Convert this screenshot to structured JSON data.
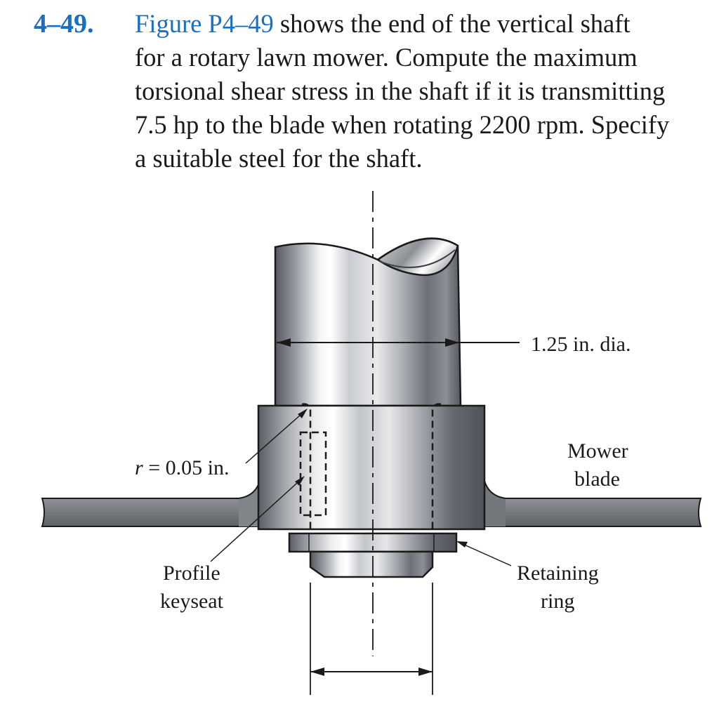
{
  "problem": {
    "number": "4–49.",
    "link_text": "Figure P4–49",
    "lines": [
      " shows the end of the vertical shaft",
      "for a rotary lawn mower. Compute the maximum",
      "torsional shear stress in the shaft if it is transmitting",
      "7.5 hp to the blade when rotating 2200 rpm. Specify",
      "a suitable steel for the shaft."
    ]
  },
  "figure": {
    "dimension_label": "1.25 in. dia.",
    "radius_label_var": "r",
    "radius_label_rest": " = 0.05 in.",
    "mower_blade_label": [
      "Mower",
      "blade"
    ],
    "keyseat_label": [
      "Profile",
      "keyseat"
    ],
    "retaining_ring_label": [
      "Retaining",
      "ring"
    ]
  },
  "colors": {
    "link": "#1b6fc0",
    "blade": "#7f8287",
    "shaft_dark": "#5d6066",
    "shaft_light": "#ffffff"
  }
}
